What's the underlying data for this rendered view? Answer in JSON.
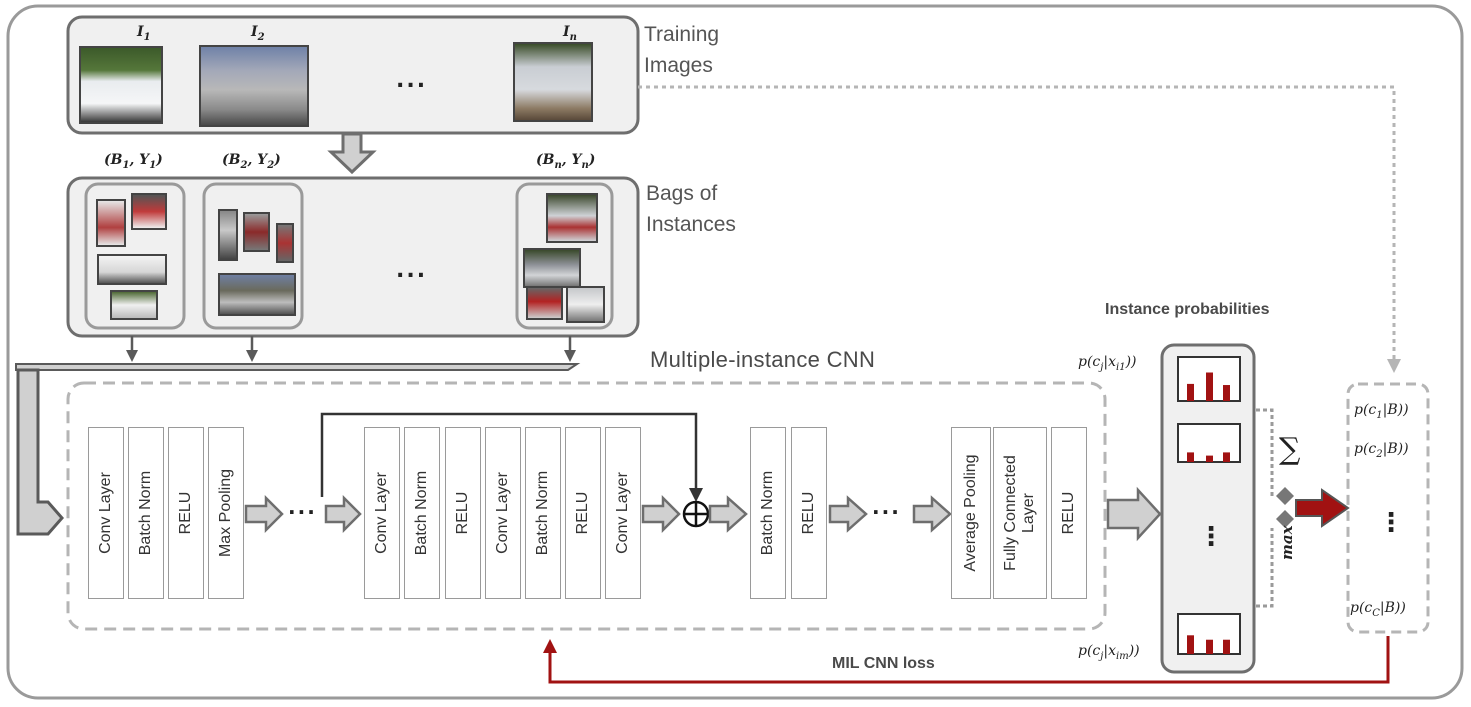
{
  "labels": {
    "training_images": "Training Images",
    "bags_of_instances": "Bags of Instances",
    "multiple_instance_cnn": "Multiple-instance CNN",
    "instance_probabilities": "Instance probabilities",
    "mil_cnn_loss": "MIL CNN loss",
    "max": "max",
    "sum": "∑"
  },
  "images": [
    {
      "label": "I",
      "sub": "1"
    },
    {
      "label": "I",
      "sub": "2"
    },
    {
      "label": "I",
      "sub": "n"
    }
  ],
  "bags": [
    {
      "label": "(B",
      "sub1": "1",
      "mid": ", Y",
      "sub2": "1",
      "end": ")"
    },
    {
      "label": "(B",
      "sub1": "2",
      "mid": ", Y",
      "sub2": "2",
      "end": ")"
    },
    {
      "label": "(B",
      "sub1": "n",
      "mid": ", Y",
      "sub2": "n",
      "end": ")"
    }
  ],
  "ellipsis": "...",
  "ellipsis_layers": "···",
  "vertical_dots": "⋮",
  "layers": {
    "group1": [
      "Conv Layer",
      "Batch Norm",
      "RELU",
      "Max Pooling"
    ],
    "group2": [
      "Conv Layer",
      "Batch Norm",
      "RELU",
      "Conv Layer",
      "Batch Norm",
      "RELU",
      "Conv Layer"
    ],
    "group3": [
      "Batch Norm",
      "RELU"
    ],
    "group4": [
      "Average Pooling",
      "Fully Connected Layer",
      "RELU"
    ]
  },
  "instance_prob_top": {
    "pre": "p(c",
    "sub1": "j",
    "mid": "|x",
    "sub2": "i1",
    "end": "))"
  },
  "instance_prob_bottom": {
    "pre": "p(c",
    "sub1": "j",
    "mid": "|x",
    "sub2": "im",
    "end": "))"
  },
  "bag_probs": [
    {
      "pre": "p(c",
      "sub": "1",
      "end": "|B))"
    },
    {
      "pre": "p(c",
      "sub": "2",
      "end": "|B))"
    },
    {
      "pre": "p(c",
      "sub": "C",
      "end": "|B))"
    }
  ],
  "histograms": [
    {
      "bars": [
        0.45,
        0.75,
        0.42
      ]
    },
    {
      "bars": [
        0.3,
        0.2,
        0.3
      ]
    },
    {
      "bars": [
        0.55,
        0.42,
        0.42
      ]
    }
  ],
  "colors": {
    "frame": "#9a9a9a",
    "box": "#6e6e6e",
    "box_fill": "#f0f0f0",
    "arrow_fill": "#d0d0d0",
    "dark_red": "#a11212",
    "dotted": "#b5b5b5"
  }
}
